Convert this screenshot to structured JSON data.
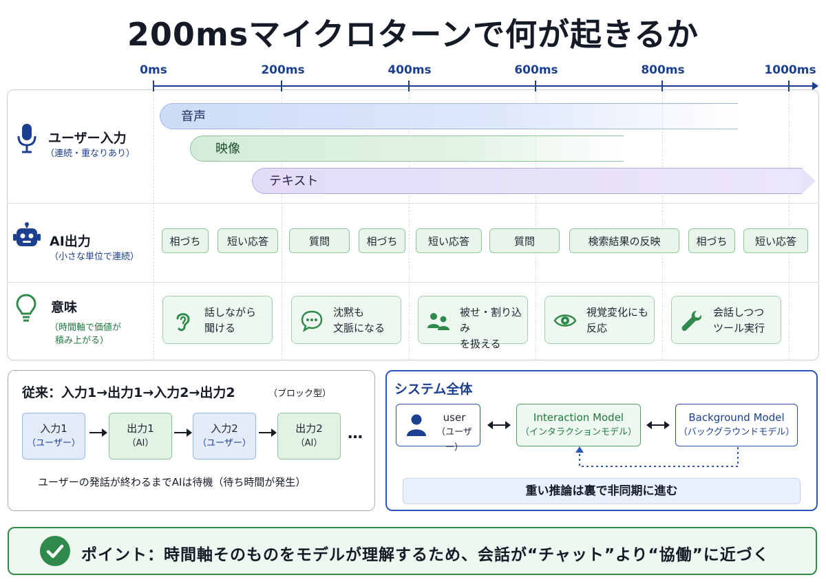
{
  "title": "200msマイクロターンで何が起きるか",
  "axis": {
    "ticks": [
      "0ms",
      "200ms",
      "400ms",
      "600ms",
      "800ms",
      "1000ms"
    ]
  },
  "rows": {
    "input": {
      "label": "ユーザー入力",
      "sub": "（連続・重なりあり）"
    },
    "output": {
      "label": "AI出力",
      "sub": "（小さな単位で連続）"
    },
    "meaning": {
      "label": "意味",
      "sub_line1": "（時間軸で価値が",
      "sub_line2": "積み上がる）"
    }
  },
  "input_bars": {
    "voice": "音声",
    "video": "映像",
    "text": "テキスト"
  },
  "output_chips": [
    "相づち",
    "短い応答",
    "質問",
    "相づち",
    "短い応答",
    "質問",
    "検索結果の反映",
    "相づち",
    "短い応答"
  ],
  "meaning_cards": [
    {
      "line1": "話しながら",
      "line2": "聞ける",
      "icon": "ear-icon"
    },
    {
      "line1": "沈黙も",
      "line2": "文脈になる",
      "icon": "chat-bubble-icon"
    },
    {
      "line1": "被せ・割り込み",
      "line2": "を扱える",
      "icon": "people-icon"
    },
    {
      "line1": "視覚変化にも",
      "line2": "反応",
      "icon": "eye-icon"
    },
    {
      "line1": "会話しつつ",
      "line2": "ツール実行",
      "icon": "wrench-icon"
    }
  ],
  "legacy": {
    "title": "従来：入力1→出力1→入力2→出力2",
    "title_sub": "（ブロック型）",
    "steps": [
      {
        "main": "入力1",
        "sub": "（ユーザー）"
      },
      {
        "main": "出力1",
        "sub": "（AI）"
      },
      {
        "main": "入力2",
        "sub": "（ユーザー）"
      },
      {
        "main": "出力2",
        "sub": "（AI）"
      }
    ],
    "ellipsis": "…",
    "note": "ユーザーの発話が終わるまでAIは待機（待ち時間が発生）"
  },
  "system": {
    "title": "システム全体",
    "user": {
      "main": "user",
      "sub": "（ユーザー）"
    },
    "interaction": {
      "main": "Interaction Model",
      "sub": "（インタラクションモデル）"
    },
    "background": {
      "main": "Background Model",
      "sub": "（バックグラウンドモデル）"
    },
    "async_note": "重い推論は裏で非同期に進む"
  },
  "point": "ポイント：時間軸そのものをモデルが理解するため、会話が“チャット”より“協働”に近づく",
  "colors": {
    "navy": "#1c3f8f",
    "green": "#2f8a4b",
    "purple": "#b4a6e0"
  }
}
